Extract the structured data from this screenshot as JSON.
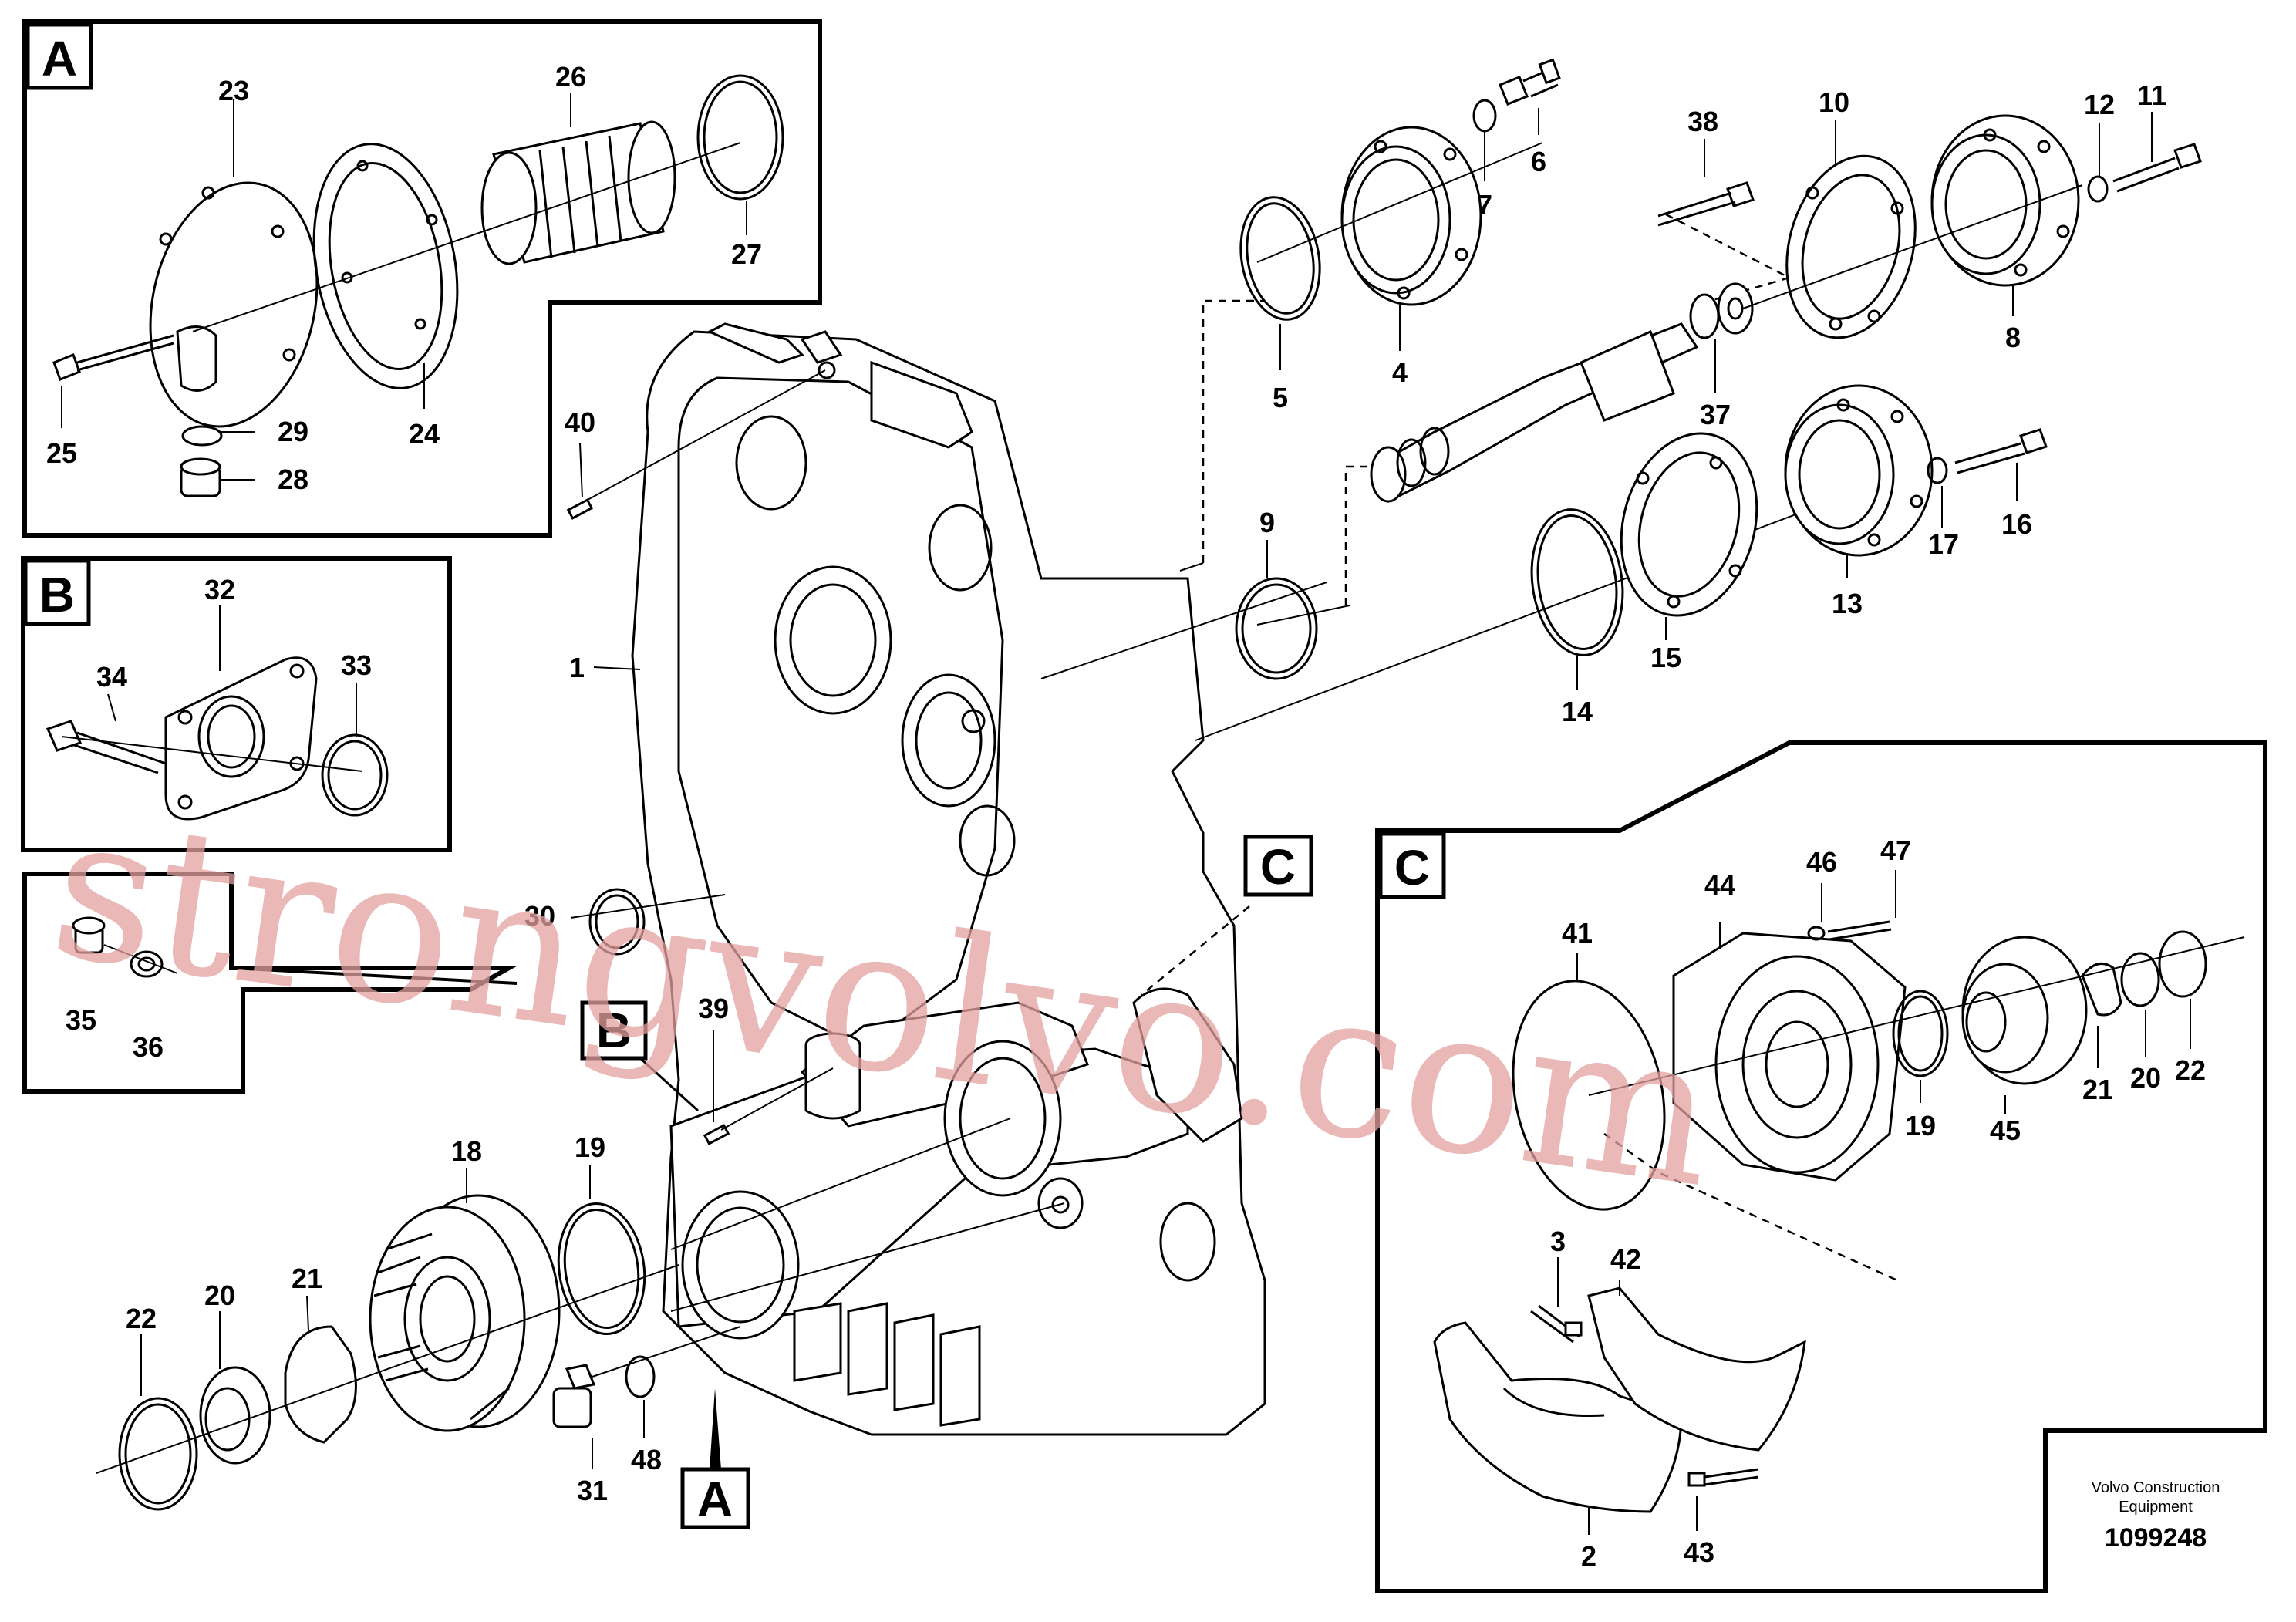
{
  "sections": {
    "a": "A",
    "b": "B",
    "c": "C"
  },
  "callouts": {
    "a": "A",
    "b": "B",
    "c": "C"
  },
  "parts": {
    "p1": "1",
    "p2": "2",
    "p3": "3",
    "p4": "4",
    "p5": "5",
    "p6": "6",
    "p7": "7",
    "p8": "8",
    "p9": "9",
    "p10": "10",
    "p11": "11",
    "p12": "12",
    "p13": "13",
    "p14": "14",
    "p15": "15",
    "p16": "16",
    "p17": "17",
    "p18": "18",
    "p19": "19",
    "p19c": "19",
    "p20": "20",
    "p20c": "20",
    "p21": "21",
    "p21c": "21",
    "p22": "22",
    "p22c": "22",
    "p23": "23",
    "p24": "24",
    "p25": "25",
    "p26": "26",
    "p27": "27",
    "p28": "28",
    "p29": "29",
    "p30": "30",
    "p31": "31",
    "p32": "32",
    "p33": "33",
    "p34": "34",
    "p35": "35",
    "p36": "36",
    "p37": "37",
    "p38": "38",
    "p39": "39",
    "p40": "40",
    "p41": "41",
    "p42": "42",
    "p43": "43",
    "p44": "44",
    "p45": "45",
    "p46": "46",
    "p47": "47",
    "p48": "48"
  },
  "footer": {
    "company_line1": "Volvo Construction",
    "company_line2": "Equipment",
    "drawing_number": "1099248"
  },
  "watermark": "strongvolvo.com"
}
